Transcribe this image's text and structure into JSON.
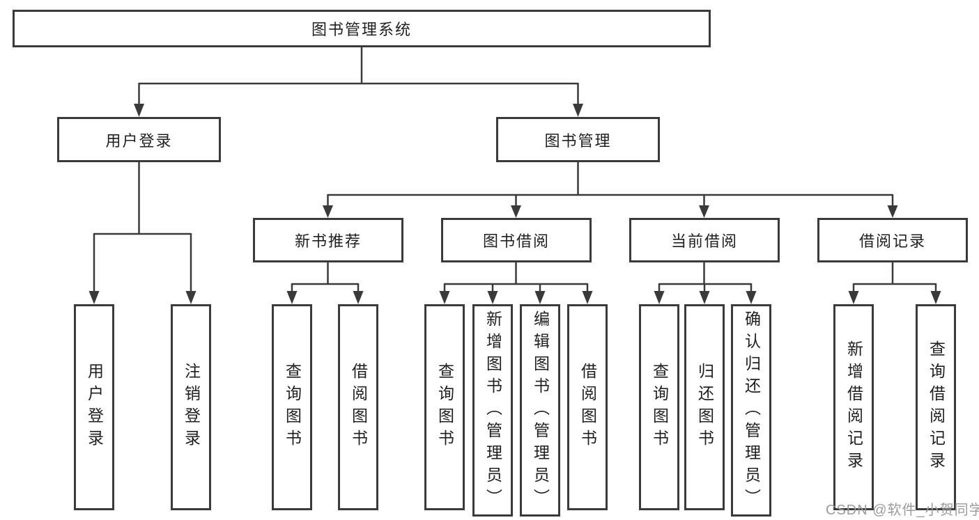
{
  "tree": {
    "root": {
      "label": "图书管理系统"
    },
    "branches": [
      {
        "label": "用户登录",
        "children": [
          {
            "label": "用户登录"
          },
          {
            "label": "注销登录"
          }
        ]
      },
      {
        "label": "图书管理",
        "sections": [
          {
            "label": "新书推荐",
            "children": [
              {
                "label": "查询图书"
              },
              {
                "label": "借阅图书"
              }
            ]
          },
          {
            "label": "图书借阅",
            "children": [
              {
                "label": "查询图书"
              },
              {
                "label": "新增图书（管理员）"
              },
              {
                "label": "编辑图书（管理员）"
              },
              {
                "label": "借阅图书"
              }
            ]
          },
          {
            "label": "当前借阅",
            "children": [
              {
                "label": "查询图书"
              },
              {
                "label": "归还图书"
              },
              {
                "label": "确认归还（管理员）"
              }
            ]
          },
          {
            "label": "借阅记录",
            "children": [
              {
                "label": "新增借阅记录"
              },
              {
                "label": "查询借阅记录"
              }
            ]
          }
        ]
      }
    ]
  },
  "watermark": {
    "text": "CSDN @软件_小贺同学"
  },
  "colors": {
    "line": "#3a3a3a",
    "text": "#1f1f1f",
    "background": "#ffffff",
    "watermark": "#9b9b9b"
  }
}
